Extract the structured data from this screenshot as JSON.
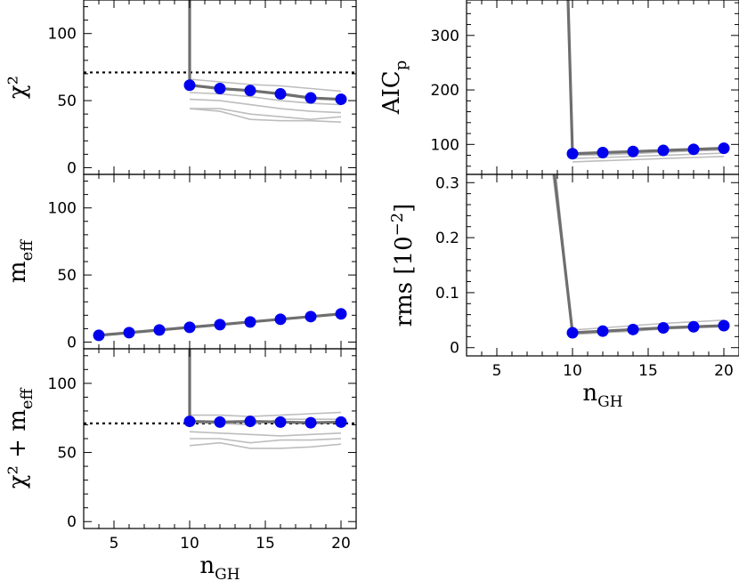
{
  "chart_data": [
    {
      "id": "chi2",
      "type": "line",
      "ylabel": "χ²",
      "x_axis_ticks": [
        5,
        10,
        15,
        20
      ],
      "xlim": [
        3,
        21
      ],
      "ylim": [
        -5,
        125
      ],
      "yticks": [
        0,
        50,
        100
      ],
      "x": [
        10,
        12,
        14,
        16,
        18,
        20
      ],
      "reference_line_y": 71,
      "series": [
        {
          "style": "markers",
          "x": [
            10,
            12,
            14,
            16,
            18,
            20
          ],
          "values": [
            61.5,
            59,
            57.5,
            55,
            52,
            51
          ]
        },
        {
          "style": "thick",
          "x": [
            10,
            10,
            12,
            14,
            16,
            18,
            20
          ],
          "values": [
            130,
            61.5,
            59,
            57.5,
            55,
            52,
            51
          ]
        },
        {
          "style": "thin",
          "x": [
            10,
            12,
            14,
            16,
            18,
            20
          ],
          "values": [
            66,
            64,
            62,
            61,
            59,
            57
          ]
        },
        {
          "style": "thin",
          "x": [
            10,
            12,
            14,
            16,
            18,
            20
          ],
          "values": [
            56,
            55,
            53,
            50,
            48,
            47
          ]
        },
        {
          "style": "thin",
          "x": [
            10,
            12,
            14,
            16,
            18,
            20
          ],
          "values": [
            51,
            50,
            47,
            44,
            42,
            41
          ]
        },
        {
          "style": "thin",
          "x": [
            10,
            12,
            14,
            16,
            18,
            20
          ],
          "values": [
            44,
            44,
            40,
            38,
            36,
            38
          ]
        },
        {
          "style": "thin",
          "x": [
            10,
            12,
            14,
            16,
            18,
            20
          ],
          "values": [
            44,
            42,
            36,
            35,
            35,
            34
          ]
        }
      ]
    },
    {
      "id": "meff",
      "type": "line",
      "ylabel": "m",
      "ylabel_sub": "eff",
      "x_axis_ticks": [
        5,
        10,
        15,
        20
      ],
      "xlim": [
        3,
        21
      ],
      "ylim": [
        -5,
        125
      ],
      "yticks": [
        0,
        50,
        100
      ],
      "x": [
        4,
        6,
        8,
        10,
        12,
        14,
        16,
        18,
        20
      ],
      "series": [
        {
          "style": "thick",
          "x": [
            4,
            6,
            8,
            10,
            12,
            14,
            16,
            18,
            20
          ],
          "values": [
            5,
            7,
            9,
            11,
            13,
            15,
            17,
            19,
            21
          ]
        },
        {
          "style": "markers",
          "x": [
            4,
            6,
            8,
            10,
            12,
            14,
            16,
            18,
            20
          ],
          "values": [
            5,
            7,
            9,
            11,
            13,
            15,
            17,
            19,
            21
          ]
        }
      ]
    },
    {
      "id": "chi2_meff",
      "type": "line",
      "ylabel": "χ² + m",
      "ylabel_sub": "eff",
      "xlabel": "n",
      "xlabel_sub": "GH",
      "x_axis_ticks": [
        5,
        10,
        15,
        20
      ],
      "xlim": [
        3,
        21
      ],
      "ylim": [
        -5,
        125
      ],
      "yticks": [
        0,
        50,
        100
      ],
      "x": [
        10,
        12,
        14,
        16,
        18,
        20
      ],
      "reference_line_y": 71,
      "series": [
        {
          "style": "thin",
          "x": [
            10,
            12,
            14,
            16,
            18,
            20
          ],
          "values": [
            77,
            77,
            76,
            77,
            78,
            79
          ]
        },
        {
          "style": "thin",
          "x": [
            10,
            12,
            14,
            16,
            18,
            20
          ],
          "values": [
            72,
            71,
            70,
            74,
            74,
            74
          ]
        },
        {
          "style": "thin",
          "x": [
            10,
            12,
            14,
            16,
            18,
            20
          ],
          "values": [
            65,
            64,
            63,
            62,
            63,
            64
          ]
        },
        {
          "style": "thin",
          "x": [
            10,
            12,
            14,
            16,
            18,
            20
          ],
          "values": [
            60,
            60,
            57,
            59,
            59,
            60
          ]
        },
        {
          "style": "thin",
          "x": [
            10,
            12,
            14,
            16,
            18,
            20
          ],
          "values": [
            55,
            57,
            53,
            53,
            54,
            56
          ]
        },
        {
          "style": "thick",
          "x": [
            10,
            10,
            12,
            14,
            16,
            18,
            20
          ],
          "values": [
            130,
            72.5,
            72,
            72.5,
            72,
            71.5,
            72
          ]
        },
        {
          "style": "markers",
          "x": [
            10,
            12,
            14,
            16,
            18,
            20
          ],
          "values": [
            72.5,
            72,
            72.5,
            72,
            71.5,
            72
          ]
        }
      ]
    },
    {
      "id": "aicp",
      "type": "line",
      "ylabel": "AIC",
      "ylabel_sub": "p",
      "x_axis_ticks": [
        5,
        10,
        15,
        20
      ],
      "xlim": [
        3,
        21
      ],
      "ylim": [
        45,
        365
      ],
      "yticks": [
        100,
        200,
        300
      ],
      "x": [
        10,
        12,
        14,
        16,
        18,
        20
      ],
      "series": [
        {
          "style": "thin",
          "x": [
            10,
            12,
            14,
            16,
            18,
            20
          ],
          "values": [
            80,
            81,
            83,
            86,
            88,
            90
          ]
        },
        {
          "style": "thin",
          "x": [
            10,
            12,
            14,
            16,
            18,
            20
          ],
          "values": [
            74,
            76,
            78,
            80,
            82,
            84
          ]
        },
        {
          "style": "thin",
          "x": [
            10,
            12,
            14,
            16,
            18,
            20
          ],
          "values": [
            68,
            70,
            72,
            74,
            76,
            78
          ]
        },
        {
          "style": "thick",
          "x": [
            9.7,
            10,
            12,
            14,
            16,
            18,
            20
          ],
          "values": [
            370,
            83,
            85,
            87,
            89,
            91,
            93
          ]
        },
        {
          "style": "markers",
          "x": [
            10,
            12,
            14,
            16,
            18,
            20
          ],
          "values": [
            83,
            85,
            87,
            89,
            91,
            93
          ]
        }
      ]
    },
    {
      "id": "rms",
      "type": "line",
      "ylabel": "rms [10",
      "ylabel_sup": "−2",
      "ylabel_end": "]",
      "xlabel": "n",
      "xlabel_sub": "GH",
      "x_axis_ticks": [
        5,
        10,
        15,
        20
      ],
      "xlim": [
        3,
        21
      ],
      "ylim": [
        -0.015,
        0.315
      ],
      "yticks": [
        0,
        0.1,
        0.2,
        0.3
      ],
      "ytick_labels": [
        "0",
        "0.1",
        "0.2",
        "0.3"
      ],
      "x": [
        10,
        12,
        14,
        16,
        18,
        20
      ],
      "series": [
        {
          "style": "thin",
          "x": [
            8.7,
            10,
            12,
            14,
            16,
            18,
            20
          ],
          "values": [
            0.315,
            0.032,
            0.036,
            0.04,
            0.044,
            0.047,
            0.05
          ]
        },
        {
          "style": "thin",
          "x": [
            8.9,
            10,
            12,
            14,
            16,
            18,
            20
          ],
          "values": [
            0.315,
            0.024,
            0.027,
            0.03,
            0.034,
            0.036,
            0.038
          ]
        },
        {
          "style": "thick",
          "x": [
            8.8,
            10,
            12,
            14,
            16,
            18,
            20
          ],
          "values": [
            0.315,
            0.027,
            0.03,
            0.033,
            0.036,
            0.038,
            0.04
          ]
        },
        {
          "style": "markers",
          "x": [
            10,
            12,
            14,
            16,
            18,
            20
          ],
          "values": [
            0.027,
            0.03,
            0.033,
            0.036,
            0.038,
            0.04
          ]
        }
      ]
    }
  ]
}
